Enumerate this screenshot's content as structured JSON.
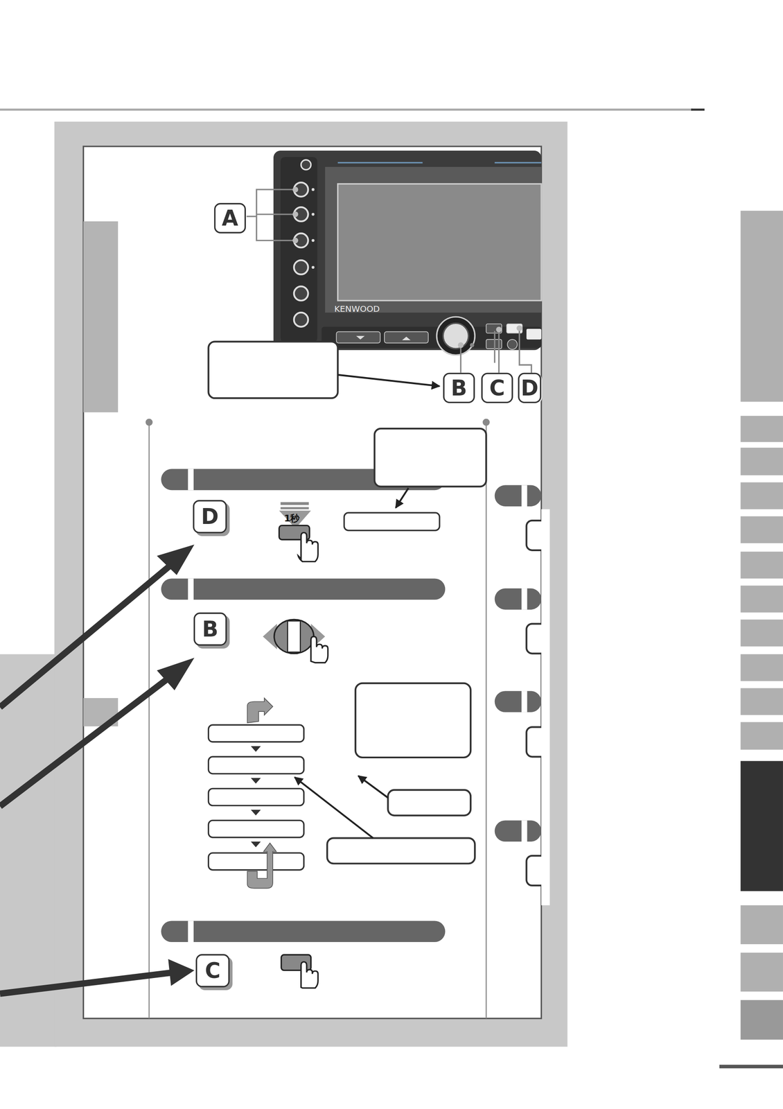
{
  "diagram": {
    "nodes": [
      {
        "text": [
          "A"
        ]
      },
      {
        "text": [
          "B"
        ]
      },
      {
        "text": [
          "C"
        ]
      },
      {
        "text": [
          "D"
        ]
      },
      {
        "text": [
          "D"
        ]
      },
      {
        "text": [
          "B"
        ]
      },
      {
        "text": [
          "C"
        ]
      }
    ],
    "labels": [
      "KENWOOD",
      "1秒"
    ]
  }
}
